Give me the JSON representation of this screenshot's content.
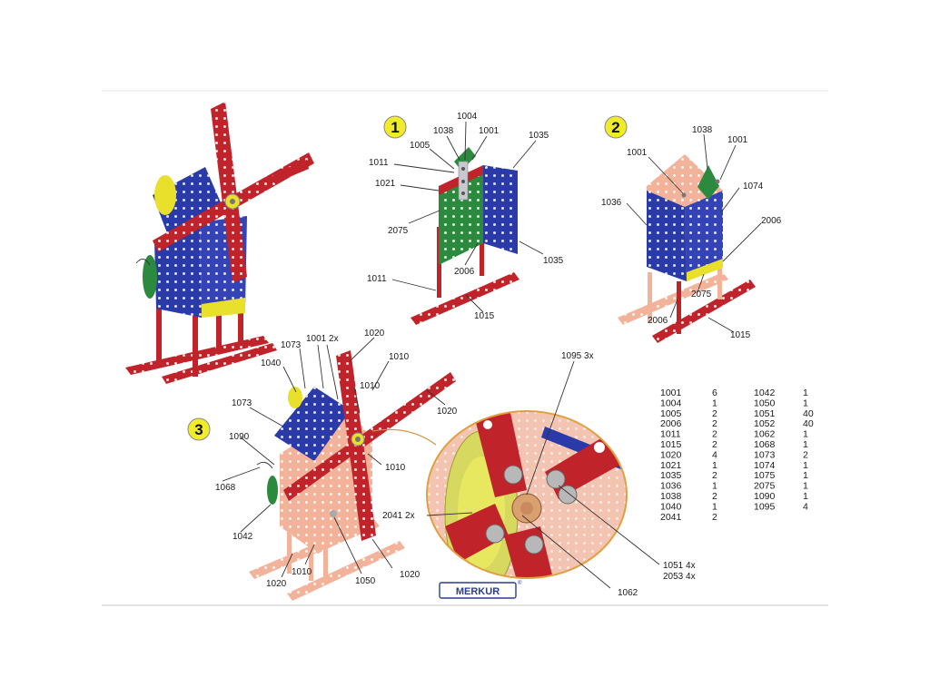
{
  "brand": {
    "name": "MERKUR",
    "mark": "®"
  },
  "steps": [
    "1",
    "2",
    "3"
  ],
  "step1_labels": [
    "1004",
    "1038",
    "1001",
    "1005",
    "1035",
    "1011",
    "1021",
    "2075",
    "1035",
    "2006",
    "1011",
    "1015"
  ],
  "step2_labels": [
    "1038",
    "1001",
    "1001",
    "1074",
    "1036",
    "2006",
    "2075",
    "2006",
    "1015"
  ],
  "step3_labels": [
    "1073",
    "1001 2x",
    "1020",
    "1040",
    "1010",
    "1010",
    "1020",
    "1073",
    "1090",
    "1010",
    "1068",
    "1042",
    "1020",
    "1010",
    "1050",
    "1020"
  ],
  "detail_labels": [
    "1095 3x",
    "2041 2x",
    "1051 4x",
    "2053 4x",
    "1062"
  ],
  "parts_list": [
    [
      "1001",
      "6",
      "1042",
      "1"
    ],
    [
      "1004",
      "1",
      "1050",
      "1"
    ],
    [
      "1005",
      "2",
      "1051",
      "40"
    ],
    [
      "2006",
      "2",
      "1052",
      "40"
    ],
    [
      "1011",
      "2",
      "1062",
      "1"
    ],
    [
      "1015",
      "2",
      "1068",
      "1"
    ],
    [
      "1020",
      "4",
      "1073",
      "2"
    ],
    [
      "1021",
      "1",
      "1074",
      "1"
    ],
    [
      "1035",
      "2",
      "1075",
      "1"
    ],
    [
      "1036",
      "1",
      "2075",
      "1"
    ],
    [
      "1038",
      "2",
      "1090",
      "1"
    ],
    [
      "1040",
      "1",
      "1095",
      "4"
    ],
    [
      "2041",
      "2",
      "",
      ""
    ]
  ],
  "colors": {
    "red": "#c0232a",
    "blue": "#2a3aa8",
    "green": "#2b8a3e",
    "salmon": "#f2b39a",
    "yellow": "#e8e02a",
    "frame": "#e0e0e0"
  }
}
